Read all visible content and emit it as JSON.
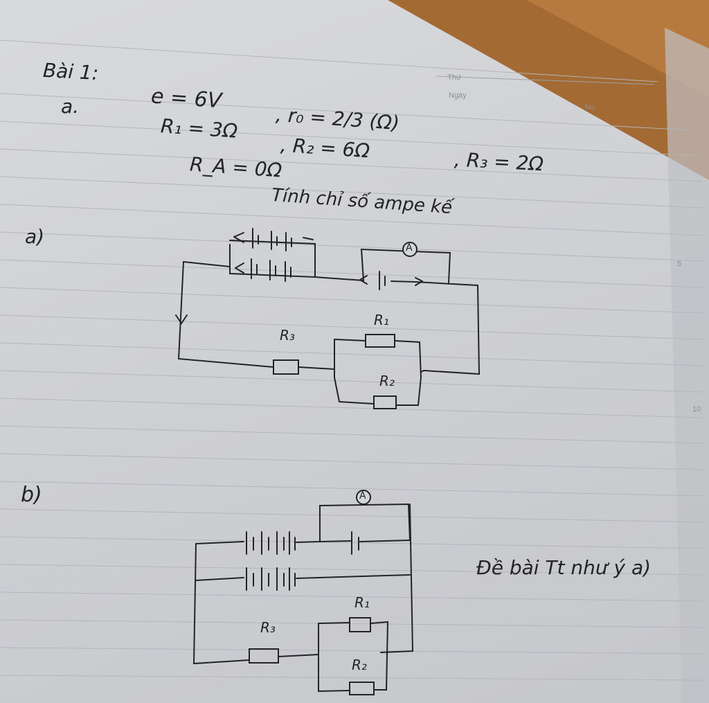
{
  "paper_header": {
    "thu_label": "Thứ",
    "ngay_label": "Ngày",
    "no_label": "No.",
    "margin_5": "5",
    "margin_10": "10"
  },
  "problem": {
    "title": "Bài 1:",
    "part_a_mark": "a.",
    "line_e": "e = 6V",
    "line_r0": ", r₀ = 2/3 (Ω)",
    "line_r1": "R₁ = 3Ω",
    "line_r2": ", R₂ = 6Ω",
    "line_r3": ", R₃ = 2Ω",
    "line_ra": "R_A = 0Ω",
    "question": "Tính chỉ số ampe kế"
  },
  "diagram_a": {
    "label": "a)",
    "ammeter": "A",
    "r1": "R₁",
    "r2": "R₂",
    "r3": "R₃"
  },
  "diagram_b": {
    "label": "b)",
    "ammeter": "A",
    "r1": "R₁",
    "r2": "R₂",
    "r3": "R₃",
    "note": "Đề bài Tt như ý a)"
  }
}
